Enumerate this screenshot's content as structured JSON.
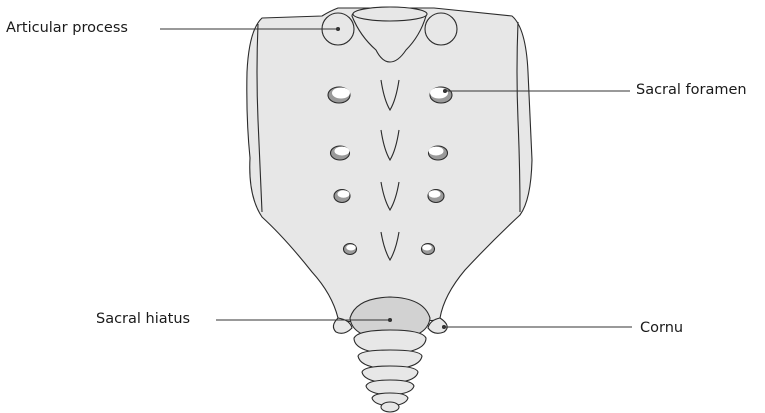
{
  "labels": {
    "articular_process": "Articular process",
    "sacral_foramen": "Sacral foramen",
    "sacral_hiatus": "Sacral hiatus",
    "cornu": "Cornu"
  },
  "colors": {
    "bone_fill": "#e7e7e7",
    "outline": "#2b2b2b",
    "foramen_shade": "#9a9a9a",
    "hiatus_fill": "#d2d2d2",
    "leader_line": "#333333"
  }
}
